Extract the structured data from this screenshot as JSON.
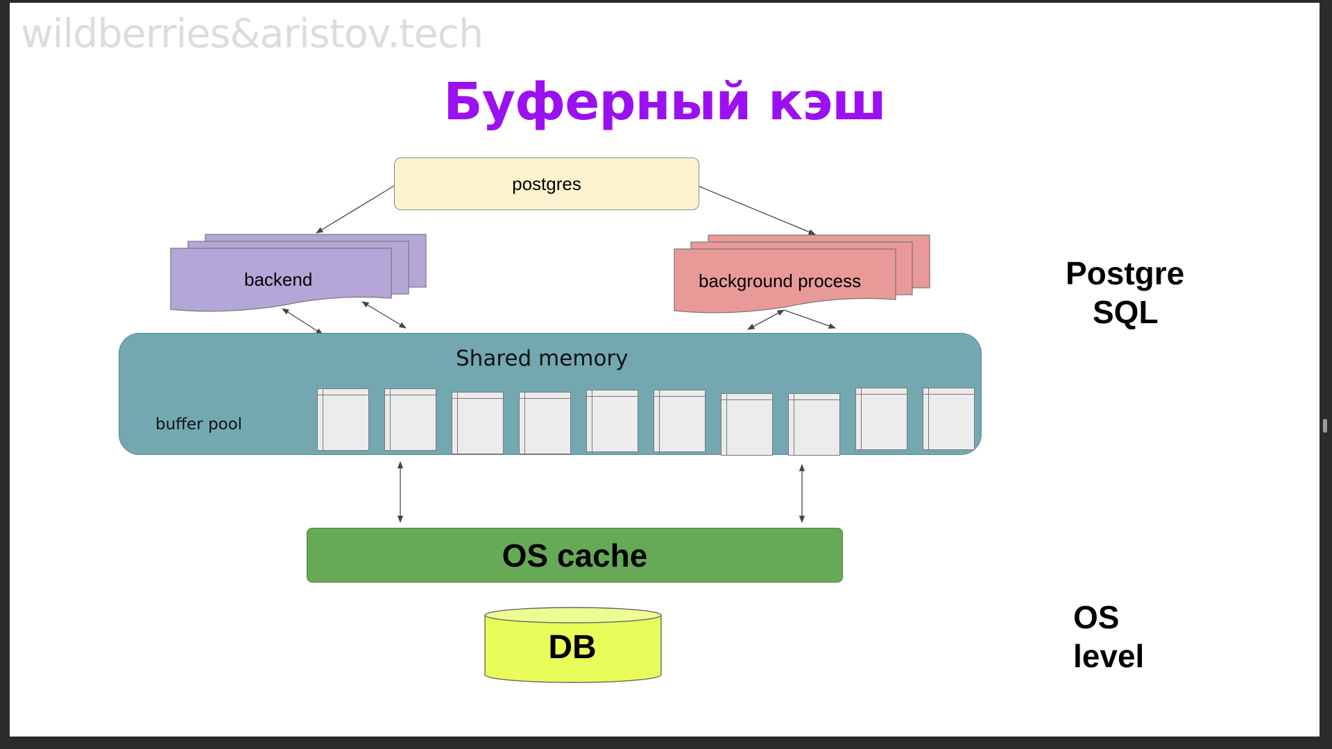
{
  "watermark": "wildberries&aristov.tech",
  "title": "Буферный кэш",
  "nodes": {
    "postgres": "postgres",
    "backend": "backend",
    "background_process": "background process",
    "shared_memory": "Shared memory",
    "buffer_pool": "buffer pool",
    "os_cache": "OS cache",
    "db": "DB"
  },
  "side_labels": {
    "postgresql_line1": "Postgre",
    "postgresql_line2": "SQL",
    "os_level_line1": "OS",
    "os_level_line2": "level"
  },
  "buffer_page_count": 10,
  "colors": {
    "title": "#9b10f0",
    "postgres_box": "#fdf2cf",
    "backend": "#b4a6d7",
    "background_process": "#ea9999",
    "shared_memory": "#73a8b1",
    "os_cache": "#66a956",
    "db": "#e8fc5a"
  }
}
